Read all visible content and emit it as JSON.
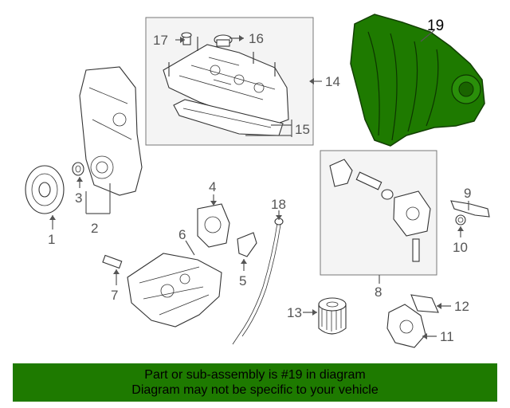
{
  "colors": {
    "highlight": "#1e7a00",
    "banner_bg": "#1e7a00",
    "line": "#555555"
  },
  "callouts": {
    "c1": "1",
    "c2": "2",
    "c3": "3",
    "c4": "4",
    "c5": "5",
    "c6": "6",
    "c7": "7",
    "c8": "8",
    "c9": "9",
    "c10": "10",
    "c11": "11",
    "c12": "12",
    "c13": "13",
    "c14": "14",
    "c15": "15",
    "c16": "16",
    "c17": "17",
    "c18": "18",
    "c19": "19"
  },
  "highlighted_part": "19",
  "banner": {
    "line1": "Part or sub-assembly is #19 in diagram",
    "line2": "Diagram may not be specific to your vehicle"
  }
}
